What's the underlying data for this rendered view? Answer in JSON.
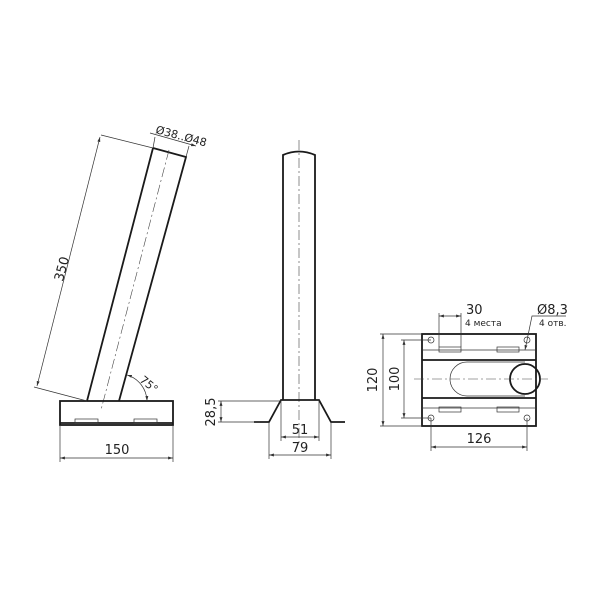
{
  "side_view": {
    "length_dim": "350",
    "diameter_dim": "Ø38..Ø48",
    "angle_dim": "75°",
    "width_dim": "150"
  },
  "front_view": {
    "height_dim": "28,5",
    "top_width_dim": "51",
    "bottom_width_dim": "79"
  },
  "top_view": {
    "slot_dim": "30",
    "slot_note": "4 места",
    "hole_dim": "Ø8,3",
    "hole_note": "4 отв.",
    "outer_height_dim": "120",
    "hole_spacing_v_dim": "100",
    "hole_spacing_h_dim": "126"
  }
}
